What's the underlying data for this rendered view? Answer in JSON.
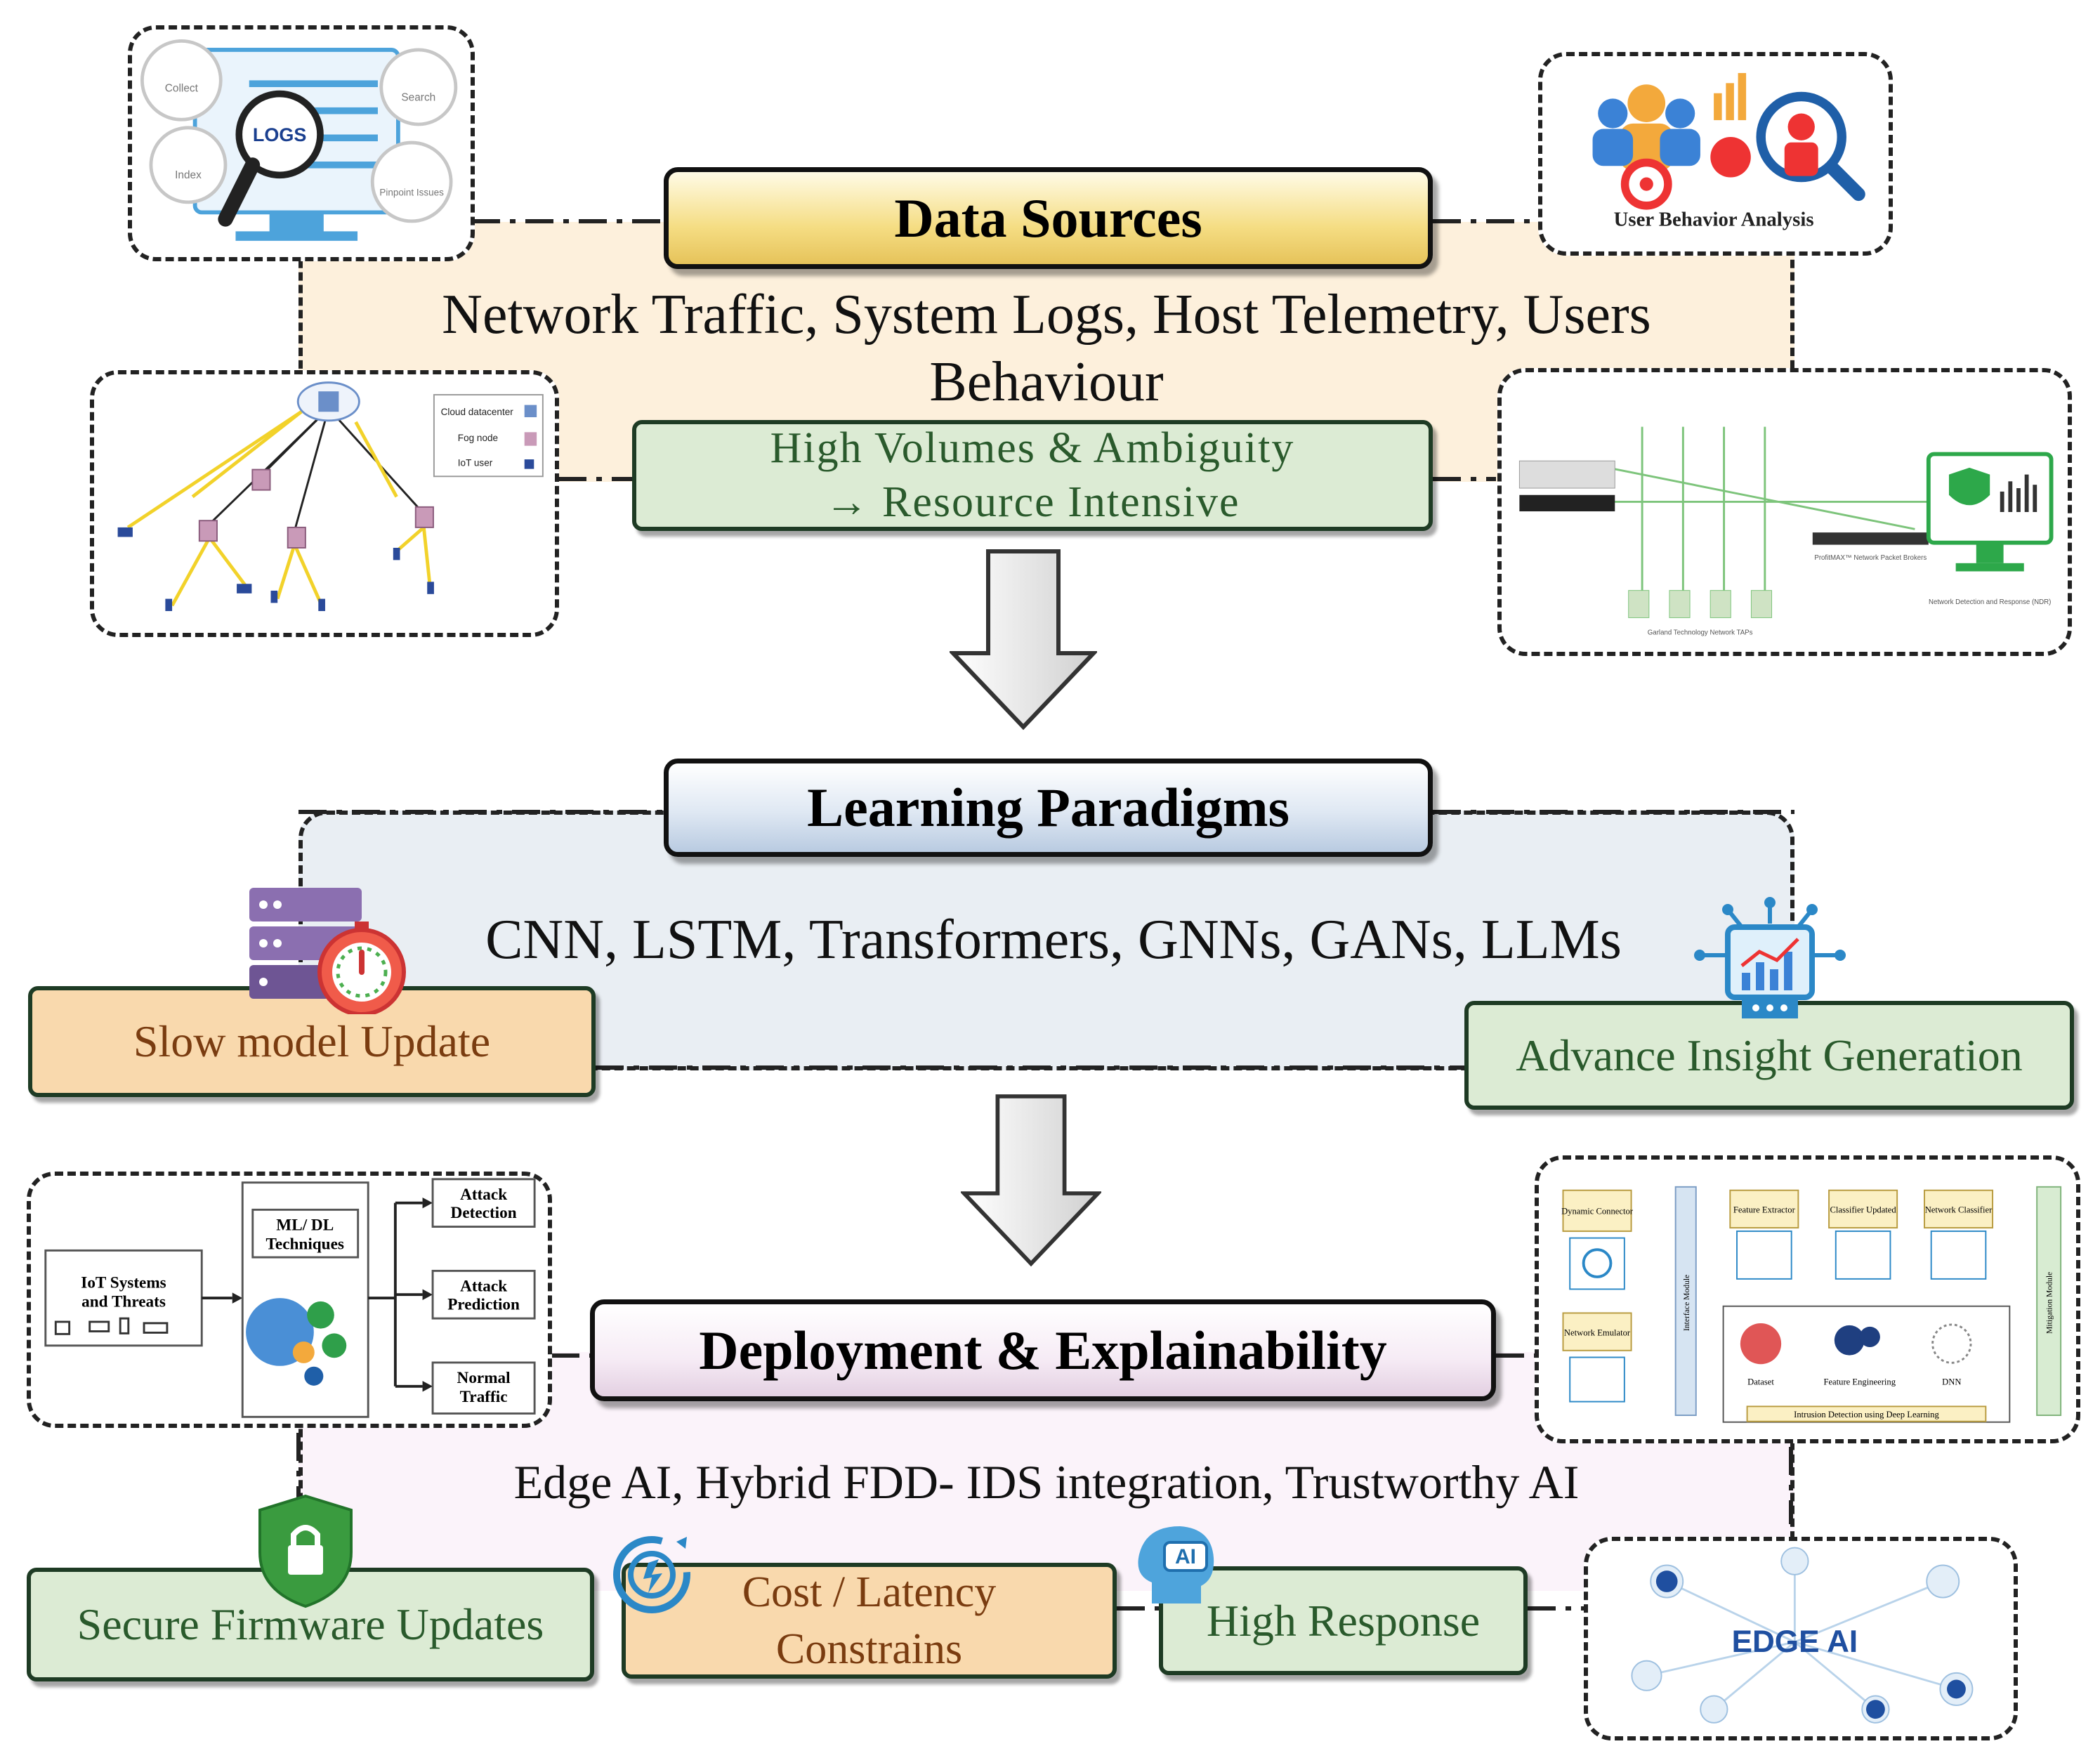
{
  "data_sources": {
    "title": "Data Sources",
    "body": "Network Traffic, System Logs, Host Telemetry, Users Behaviour",
    "challenge_line1": "High Volumes & Ambiguity",
    "challenge_line2": "→ Resource Intensive",
    "logs_card": {
      "center_label": "LOGS",
      "collect": "Collect",
      "search": "Search",
      "index": "Index",
      "pinpoint": "Pinpoint Issues"
    },
    "uba_card": {
      "label": "User Behavior Analysis"
    },
    "network_card": {
      "legend": [
        "Cloud datacenter",
        "Fog node",
        "IoT user"
      ]
    },
    "ndr_card": {
      "broker_label": "ProfitMAX™ Network Packet Brokers",
      "ndr_label": "Network Detection and Response (NDR)",
      "taps_label": "Garland Technology Network TAPs"
    }
  },
  "learning_paradigms": {
    "title": "Learning Paradigms",
    "body": "CNN, LSTM, Transformers, GNNs, GANs, LLMs",
    "slow_update": "Slow model Update",
    "insight": "Advance Insight Generation"
  },
  "deployment": {
    "title": "Deployment & Explainability",
    "body": "Edge AI, Hybrid FDD- IDS integration, Trustworthy AI",
    "secure_fw": "Secure Firmware Updates",
    "cost_line1": "Cost / Latency",
    "cost_line2": "Constrains",
    "high_response": "High Response",
    "ai_badge": "AI",
    "edge_ai": "EDGE AI",
    "ml_card": {
      "iot_line1": "IoT Systems",
      "iot_line2": "and Threats",
      "ml_line1": "ML/ DL",
      "ml_line2": "Techniques",
      "out1_line1": "Attack",
      "out1_line2": "Detection",
      "out2_line1": "Attack",
      "out2_line2": "Prediction",
      "out3_line1": "Normal",
      "out3_line2": "Traffic"
    },
    "ids_card": {
      "dynamic_connector": "Dynamic Connector",
      "network_emulator": "Network Emulator",
      "interface_module": "Interface Module",
      "feature_extractor": "Feature Extractor",
      "classifier_updated": "Classifier Updated",
      "network_classifier": "Network Classifier",
      "dataset": "Dataset",
      "feature_engineering": "Feature Engineering",
      "dnn": "DNN",
      "mitigation_module": "Mitigation Module",
      "footer": "Intrusion Detection using Deep Learning"
    }
  },
  "colors": {
    "data_panel": "#fdf0dc",
    "learning_panel": "#e9eef3",
    "deploy_panel": "#fbf3fa",
    "green_box": "#dcebd4",
    "orange_box": "#f9d9ad",
    "ds_header": "#f5dd83",
    "lp_header": "#dfe8f3"
  }
}
